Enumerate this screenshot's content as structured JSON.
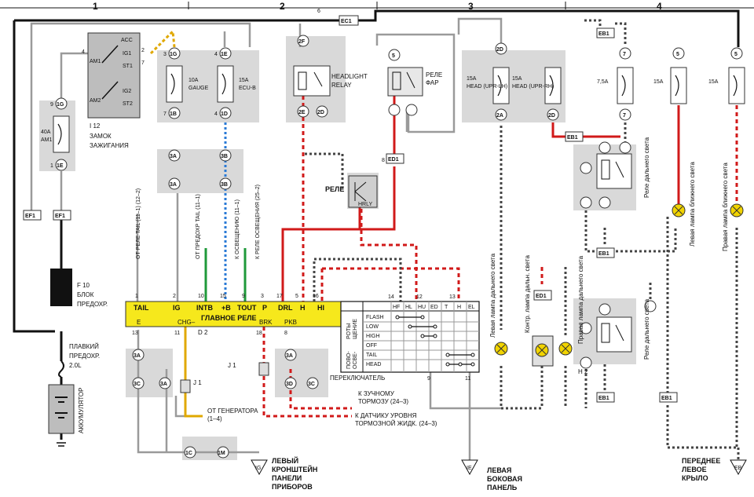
{
  "zones": [
    "1",
    "2",
    "3",
    "4"
  ],
  "main_relay": {
    "title": "ГЛАВНОЕ РЕЛЕ",
    "top_pins": [
      {
        "num": "1",
        "label": "TAIL"
      },
      {
        "num": "2",
        "label": "IG"
      },
      {
        "num": "10",
        "label": "INTB"
      },
      {
        "num": "15",
        "label": "+B"
      },
      {
        "num": "9",
        "label": "TOUT"
      },
      {
        "num": "3",
        "label": "P"
      },
      {
        "num": "17",
        "label": "DRL"
      },
      {
        "num": "5",
        "label": "H"
      },
      {
        "num": "16",
        "label": "HI"
      }
    ],
    "bottom_pins": [
      {
        "num": "13",
        "label": "E"
      },
      {
        "num": "11",
        "label": "CHG–"
      },
      {
        "num": "18",
        "label": "BRK"
      },
      {
        "num": "8",
        "label": "PKB"
      }
    ],
    "connector_d": "D 2",
    "connector_j": "J 1"
  },
  "ignition": {
    "name": "I 12",
    "label_lines": [
      "ЗАМОК",
      "ЗАЖИГАНИЯ"
    ],
    "terminals": [
      "ACC",
      "IG1",
      "ST1",
      "AM1",
      "AM2",
      "IG2",
      "ST2"
    ],
    "pins": [
      "4",
      "2",
      "7"
    ]
  },
  "fuses": [
    {
      "id": "am1",
      "rating": "40A",
      "name": "AM1",
      "top": "1G",
      "bottom": "1E",
      "top_pin": "9",
      "bottom_pin": "1"
    },
    {
      "id": "gauge",
      "rating": "10A",
      "name": "GAUGE",
      "top": "1G",
      "bottom": "1B",
      "top_pin": "3",
      "bottom_pin": "7"
    },
    {
      "id": "ecu",
      "rating": "15A",
      "name": "ECU-B",
      "top": "1E",
      "bottom": "1D",
      "top_pin": "4",
      "bottom_pin": "4"
    },
    {
      "id": "head_lh",
      "rating": "15A",
      "name": "HEAD (UPR-LH)"
    },
    {
      "id": "head_rh",
      "rating": "15A",
      "name": "HEAD (UPR-RH)"
    },
    {
      "id": "f75",
      "rating": "7,5A"
    },
    {
      "id": "f15a",
      "rating": "15A"
    },
    {
      "id": "f15b",
      "rating": "15A"
    }
  ],
  "relays": {
    "headlight": [
      "HEADLIGHT",
      "RELAY"
    ],
    "fara": [
      "РЕЛЕ",
      "ФАР"
    ],
    "hrly_label": "РЕЛЕ",
    "hrly_name": "HRLY",
    "high_beam_1": "Реле дальнего света",
    "high_beam_2": "Реле дальнего света"
  },
  "connectors": {
    "ec1": "EC1",
    "ed1": "ED1",
    "ef1": "EF1",
    "eb1": "EB1",
    "c2f": "2F",
    "c2e": "2E",
    "c2d": "2D",
    "c2a": "2A",
    "c3a": "3A",
    "c3b": "3B",
    "c3c": "3C",
    "c3d": "3D",
    "c1c": "1C",
    "c1m": "1M",
    "c5": "5",
    "c6": "6",
    "c7": "7",
    "c8": "8"
  },
  "fuse_block": {
    "name": "F 10",
    "label_lines": [
      "БЛОК",
      "ПРЕДОХР."
    ]
  },
  "fusible_link": [
    "ПЛАВКИЙ",
    "ПРЕДОХР.",
    "2.0L"
  ],
  "battery": "АККУМУЛЯТОР",
  "vertical_labels": [
    "ОТ РЕЛЕ TAIL (11–1) (12–2)",
    "ОТ ПРЕДОХР TAIL (11–1)",
    "К ОСВЕЩЕНИЮ (11–1)",
    "К РЕЛЕ ОСВЕЩЕНИЯ (25–2)",
    "Левая лампа дальнего света",
    "Контр. лампа дальн. света",
    "Правая лампа дальнего света",
    "Левая лампа ближнего света",
    "Правая лампа ближнего света"
  ],
  "h2_label": "H 2",
  "switch_table": {
    "columns": [
      "HF",
      "HL",
      "HU",
      "ED",
      "T",
      "H",
      "EL"
    ],
    "rows": [
      "FLASH",
      "LOW",
      "HIGH",
      "OFF",
      "TAIL",
      "HEAD"
    ],
    "side_label": [
      "ПОВО-",
      "ОСВЕ-",
      "РОТЫ",
      "ЩЕНИЕ"
    ],
    "caption": "ПЕРЕКЛЮЧАТЕЛЬ",
    "pins_top": [
      "14",
      "12",
      "13"
    ],
    "pins_bottom": [
      "9",
      "11"
    ]
  },
  "notes": {
    "hand_brake": [
      "К ЗУЧНОМУ",
      "ТОРМОЗУ (24–3)"
    ],
    "brake_fluid": [
      "К ДАТЧИКУ УРОВНЯ",
      "ТОРМОЗНОЙ ЖИДК. (24–3)"
    ],
    "generator": [
      "ОТ ГЕНЕРАТОРА",
      "(1–4)"
    ],
    "j1": "J 1",
    "ground_ig": [
      "ЛЕВЫЙ",
      "КРОНШТЕЙН",
      "ПАНЕЛИ",
      "ПРИБОРОВ"
    ],
    "ground_ie": [
      "ЛЕВАЯ",
      "БОКОВАЯ",
      "ПАНЕЛЬ"
    ],
    "ground_eb": [
      "ПЕРЕДНЕЕ",
      "ЛЕВОЕ",
      "КРЫЛО"
    ]
  },
  "grounds": [
    "IG",
    "IE",
    "EB"
  ],
  "colors": {
    "relay_yellow": "#f6e81c",
    "wire_red": "#d11a1a",
    "wire_green": "#1f9a3a",
    "wire_blue": "#2a7ad6",
    "wire_yellow": "#e0a800",
    "grey_box": "#d9d9d9",
    "lamp": "#f2d400"
  }
}
